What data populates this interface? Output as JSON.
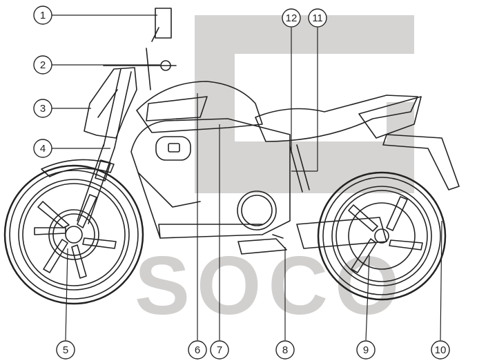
{
  "watermark": {
    "text": "SOCO",
    "color": "#d2d0cf"
  },
  "colors": {
    "line": "#222222",
    "watermark": "#d6d4d2",
    "background": "#ffffff"
  },
  "callouts": [
    {
      "num": "1",
      "part": "mirror"
    },
    {
      "num": "2",
      "part": "handlebar"
    },
    {
      "num": "3",
      "part": "headlight"
    },
    {
      "num": "4",
      "part": "front-fork"
    },
    {
      "num": "5",
      "part": "front-wheel"
    },
    {
      "num": "6",
      "part": "fuel-tank-cover"
    },
    {
      "num": "7",
      "part": "side-panel"
    },
    {
      "num": "8",
      "part": "footrest"
    },
    {
      "num": "9",
      "part": "rear-wheel"
    },
    {
      "num": "10",
      "part": "rear-fender"
    },
    {
      "num": "11",
      "part": "rear-shock"
    },
    {
      "num": "12",
      "part": "seat-lock"
    }
  ]
}
